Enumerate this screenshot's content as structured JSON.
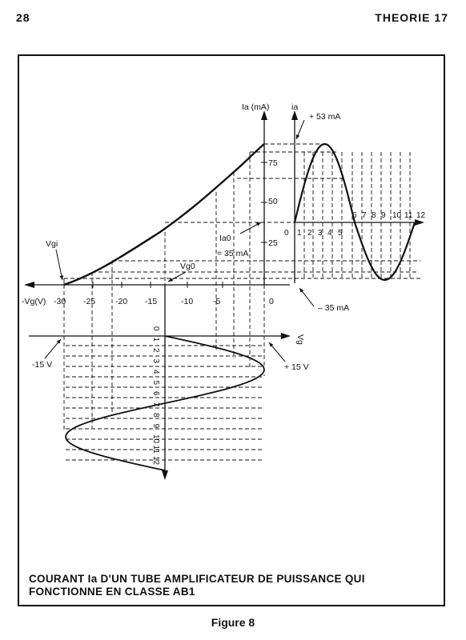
{
  "header": {
    "page_number": "28",
    "chapter": "THEORIE 17"
  },
  "diagram": {
    "ia_axis_label": "Ia (mA)",
    "ia_output_axis_label": "ia",
    "vg_axis_label": "-Vg(V)",
    "vg_wave_axis_label": "Vg",
    "x_ticks": [
      "-30",
      "-25",
      "-20",
      "-15",
      "-10",
      "-5",
      "0"
    ],
    "y_ticks": [
      "25",
      "50",
      "75"
    ],
    "time_ticks_output": [
      "1",
      "2",
      "3",
      "4",
      "5",
      "6",
      "7",
      "8",
      "9",
      "10",
      "11",
      "12"
    ],
    "time_zero_output": "0",
    "time_ticks_input": [
      "0",
      "1",
      "2",
      "3",
      "4",
      "5",
      "6",
      "7",
      "8",
      "9",
      "10",
      "11",
      "12"
    ],
    "labels": {
      "vgi": "Vgi",
      "vg0": "Vg0",
      "ia0": "Ia0",
      "ia0_value": "= 35 mA",
      "peak_pos": "+ 53 mA",
      "peak_neg": "– 35 mA",
      "vg_neg": "-15 V",
      "vg_pos": "+ 15 V"
    }
  },
  "caption": {
    "line1": "COURANT Ia D'UN TUBE AMPLIFICATEUR DE PUISSANCE QUI",
    "line2": "FONCTIONNE EN CLASSE AB1"
  },
  "figure_label": "Figure 8"
}
